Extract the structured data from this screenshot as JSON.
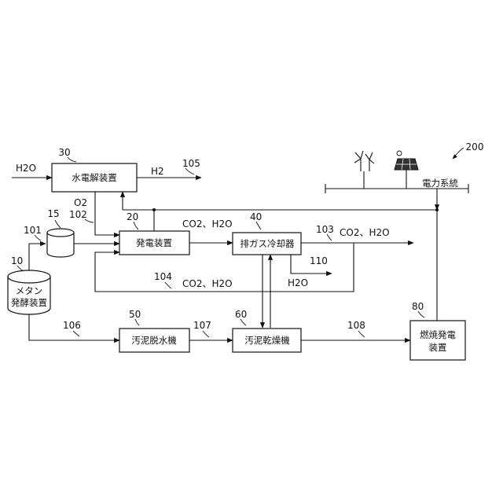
{
  "figure_number": "200",
  "external": {
    "h2o_in": "H2O",
    "h2_out": "H2",
    "o2": "O2",
    "grid": "電力系統",
    "co2_h2o_a": "CO2、H2O",
    "co2_h2o_b": "CO2、H2O",
    "co2_h2o_c": "CO2、H2O",
    "h2o_drain": "H2O"
  },
  "nodes": {
    "electrolyzer": {
      "label": "水電解装置",
      "ref": "30"
    },
    "generator": {
      "label": "発電装置",
      "ref": "20"
    },
    "cooler": {
      "label": "排ガス冷却器",
      "ref": "40"
    },
    "dewater": {
      "label": "汚泥脱水機",
      "ref": "50"
    },
    "dryer": {
      "label": "汚泥乾燥機",
      "ref": "60"
    },
    "combustion": {
      "label_line1": "燃焼発電",
      "label_line2": "装置",
      "ref": "80"
    },
    "digester": {
      "label_line1": "メタン",
      "label_line2": "発酵装置",
      "ref": "10"
    },
    "tank": {
      "ref": "15"
    }
  },
  "refs": {
    "r101": "101",
    "r102": "102",
    "r103": "103",
    "r104": "104",
    "r105": "105",
    "r106": "106",
    "r107": "107",
    "r108": "108",
    "r110": "110"
  },
  "icons": [
    "wind-turbine-icon",
    "solar-panel-icon"
  ]
}
